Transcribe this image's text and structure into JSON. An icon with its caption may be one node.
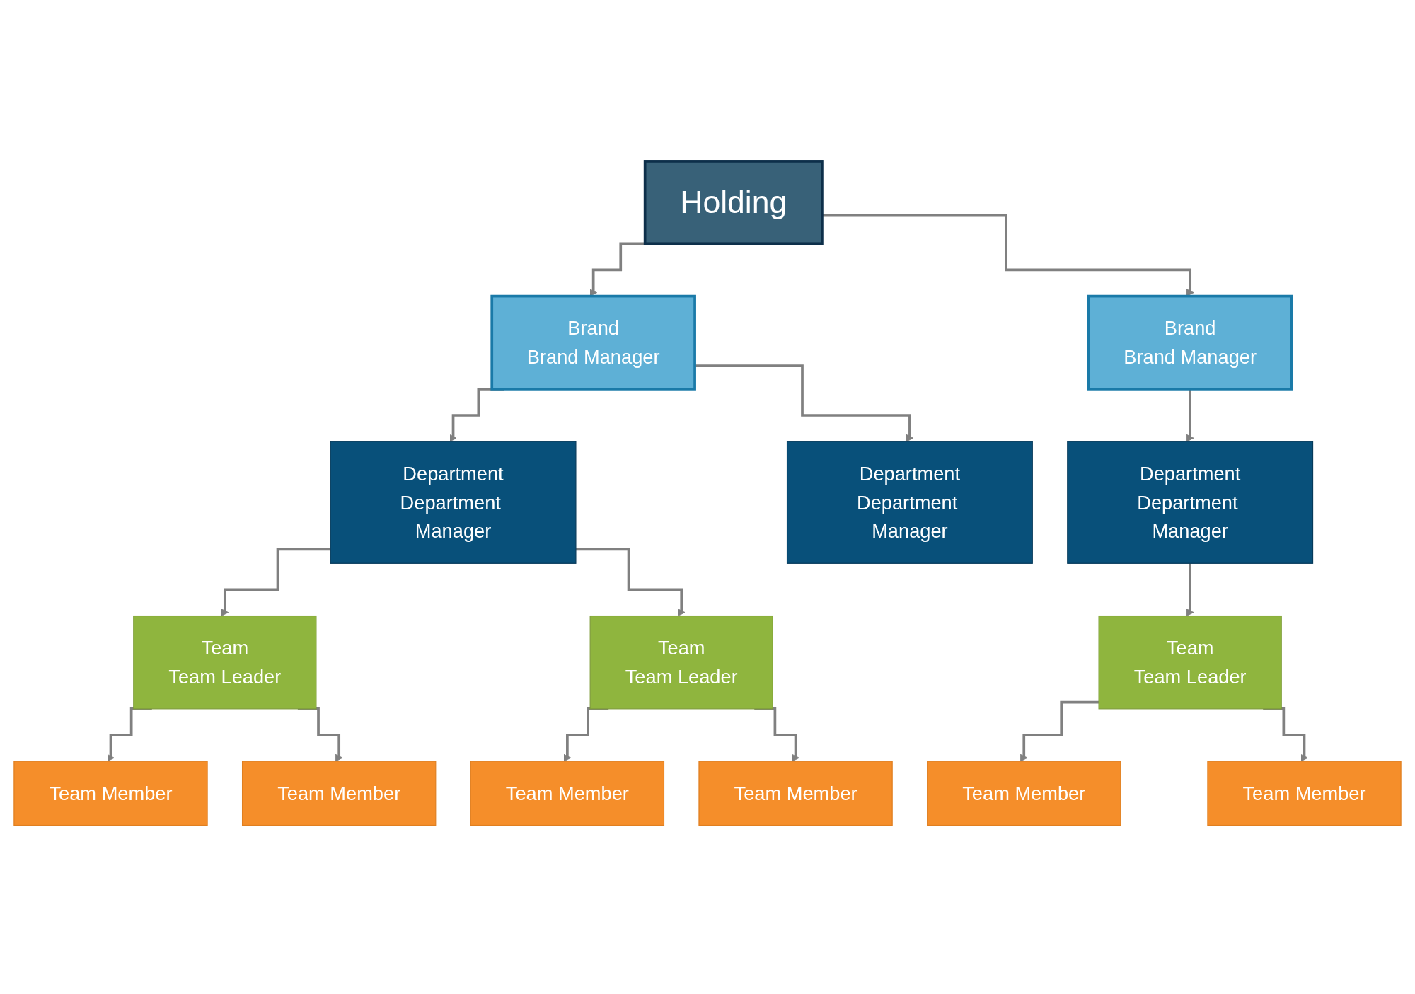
{
  "diagram": {
    "nodes": [
      {
        "text": [
          "Holding"
        ]
      },
      {
        "text": [
          "Brand",
          "Brand Manager"
        ]
      },
      {
        "text": [
          "Brand",
          "Brand Manager"
        ]
      },
      {
        "text": [
          "Department",
          "Department Manager"
        ]
      },
      {
        "text": [
          "Department",
          "Department Manager"
        ]
      },
      {
        "text": [
          "Department",
          "Department Manager"
        ]
      },
      {
        "text": [
          "Team",
          "Team Leader"
        ]
      },
      {
        "text": [
          "Team",
          "Team Leader"
        ]
      },
      {
        "text": [
          "Team",
          "Team Leader"
        ]
      },
      {
        "text": [
          "Team Member"
        ]
      },
      {
        "text": [
          "Team Member"
        ]
      },
      {
        "text": [
          "Team Member"
        ]
      },
      {
        "text": [
          "Team Member"
        ]
      },
      {
        "text": [
          "Team Member"
        ]
      },
      {
        "text": [
          "Team Member"
        ]
      }
    ],
    "edges": [
      {
        "from": 0,
        "to": 1,
        "arrow": "to"
      },
      {
        "from": 0,
        "to": 2,
        "arrow": "to"
      },
      {
        "from": 1,
        "to": 3,
        "arrow": "to"
      },
      {
        "from": 1,
        "to": 4,
        "arrow": "to"
      },
      {
        "from": 2,
        "to": 5,
        "arrow": "to"
      },
      {
        "from": 3,
        "to": 6,
        "arrow": "to"
      },
      {
        "from": 3,
        "to": 7,
        "arrow": "to"
      },
      {
        "from": 5,
        "to": 8,
        "arrow": "to"
      },
      {
        "from": 6,
        "to": 9,
        "arrow": "to"
      },
      {
        "from": 6,
        "to": 10,
        "arrow": "to"
      },
      {
        "from": 7,
        "to": 11,
        "arrow": "to"
      },
      {
        "from": 7,
        "to": 12,
        "arrow": "to"
      },
      {
        "from": 8,
        "to": 13,
        "arrow": "to"
      },
      {
        "from": 8,
        "to": 14,
        "arrow": "to"
      }
    ]
  }
}
